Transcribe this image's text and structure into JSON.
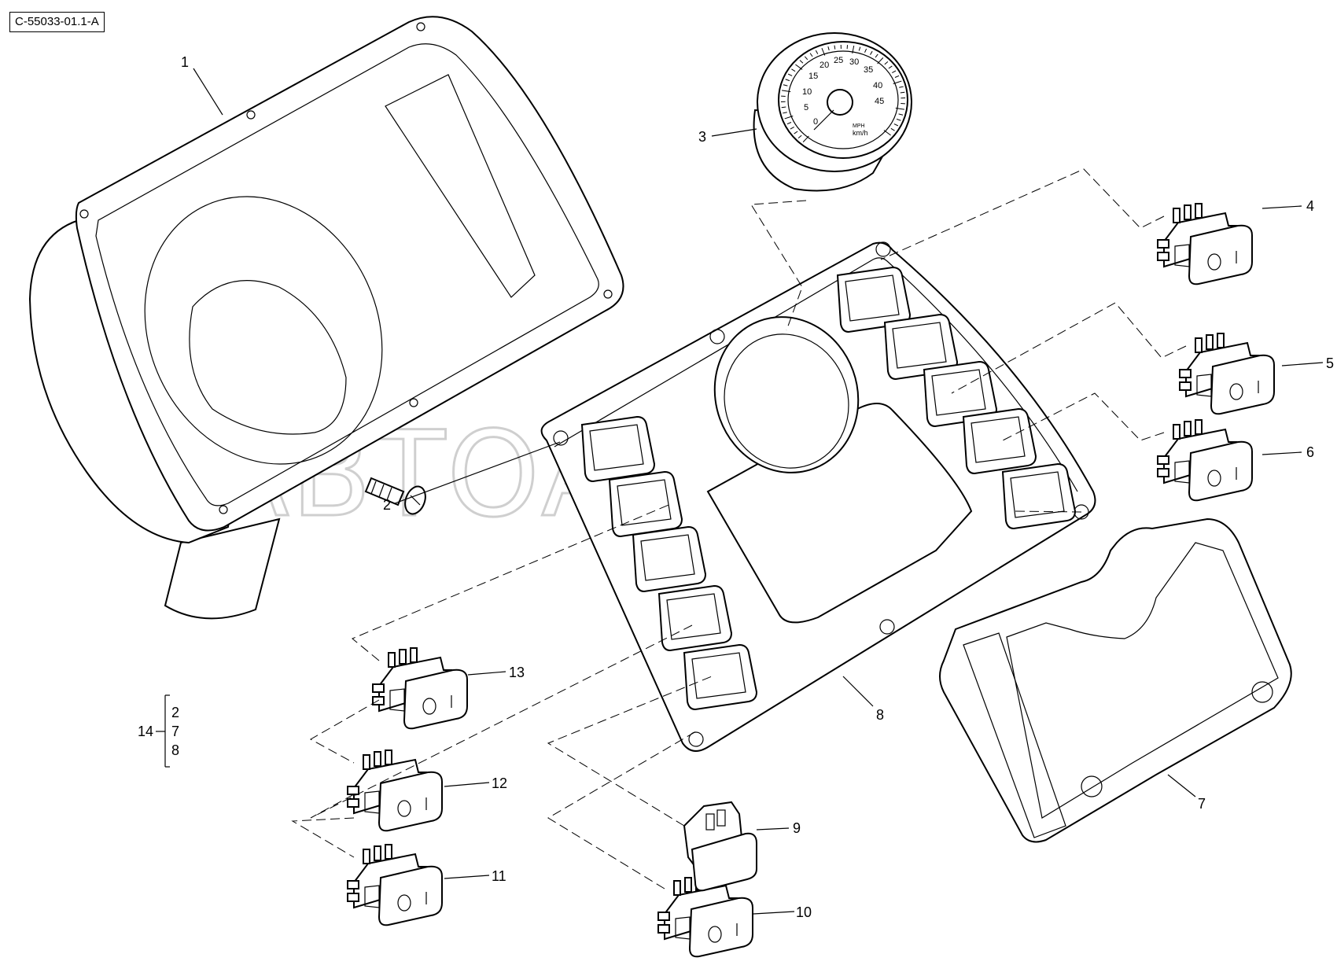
{
  "diagram_id": "C-55033-01.1-A",
  "watermark": "АВТОАЛЬЯНС",
  "callouts": {
    "c1": "1",
    "c2": "2",
    "c3": "3",
    "c4": "4",
    "c5": "5",
    "c6": "6",
    "c7": "7",
    "c8": "8",
    "c9": "9",
    "c10": "10",
    "c11": "11",
    "c12": "12",
    "c13": "13",
    "c14": "14"
  },
  "kit_group": {
    "label": "14",
    "items": [
      "2",
      "7",
      "8"
    ]
  },
  "gauge": {
    "scale": [
      "0",
      "5",
      "10",
      "15",
      "20",
      "25",
      "30",
      "35",
      "40",
      "45"
    ],
    "units_top": "MPH",
    "units_bottom": "km/h"
  }
}
